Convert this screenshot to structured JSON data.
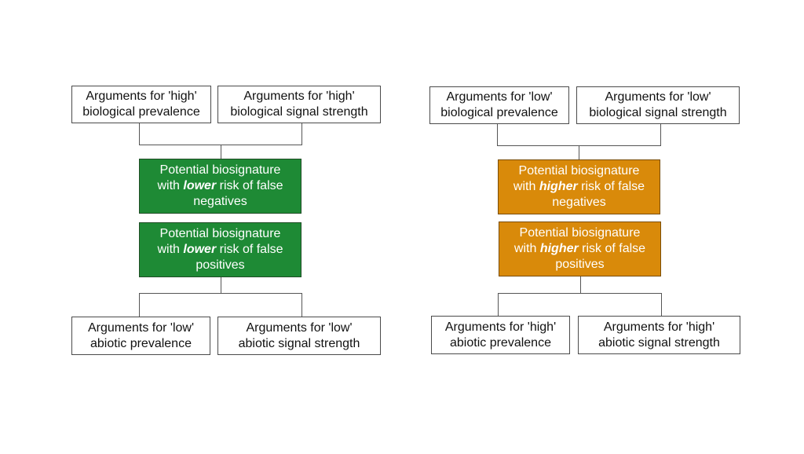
{
  "left": {
    "top_args": [
      {
        "line1": "Arguments for 'high'",
        "line2": "biological prevalence"
      },
      {
        "line1": "Arguments for 'high'",
        "line2": "biological signal strength"
      }
    ],
    "negatives_box": {
      "line1": "Potential biosignature",
      "pre": "with ",
      "emph": "lower",
      "post": " risk of false",
      "line3": "negatives"
    },
    "positives_box": {
      "line1": "Potential biosignature",
      "pre": "with ",
      "emph": "lower",
      "post": " risk of false",
      "line3": "positives"
    },
    "bottom_args": [
      {
        "line1": "Arguments for 'low'",
        "line2": "abiotic prevalence"
      },
      {
        "line1": "Arguments for 'low'",
        "line2": "abiotic signal strength"
      }
    ],
    "color": "#1e8a35"
  },
  "right": {
    "top_args": [
      {
        "line1": "Arguments for 'low'",
        "line2": "biological prevalence"
      },
      {
        "line1": "Arguments for 'low'",
        "line2": "biological signal strength"
      }
    ],
    "negatives_box": {
      "line1": "Potential biosignature",
      "pre": "with ",
      "emph": "higher",
      "post": " risk of false",
      "line3": "negatives"
    },
    "positives_box": {
      "line1": "Potential biosignature",
      "pre": "with ",
      "emph": "higher",
      "post": " risk of false",
      "line3": "positives"
    },
    "bottom_args": [
      {
        "line1": "Arguments for 'high'",
        "line2": "abiotic prevalence"
      },
      {
        "line1": "Arguments for 'high'",
        "line2": "abiotic signal strength"
      }
    ],
    "color": "#d98a0a"
  }
}
